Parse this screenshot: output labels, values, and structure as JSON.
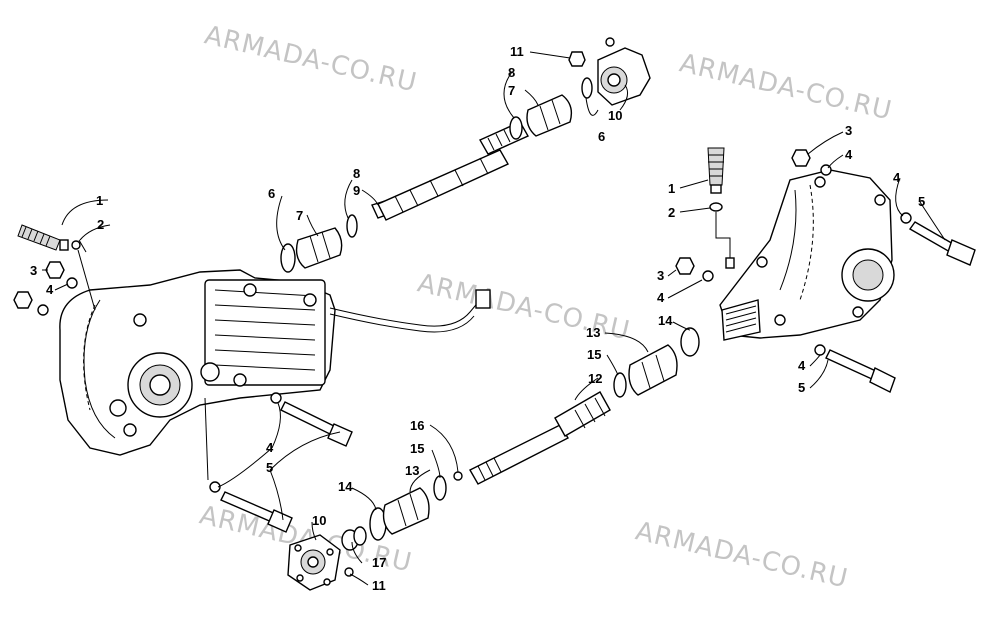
{
  "watermark": "ARMADA-CO.RU",
  "callouts": [
    {
      "id": "c1a",
      "text": "1"
    },
    {
      "id": "c2a",
      "text": "2"
    },
    {
      "id": "c3a",
      "text": "3"
    },
    {
      "id": "c4a",
      "text": "4"
    },
    {
      "id": "c6a",
      "text": "6"
    },
    {
      "id": "c7a",
      "text": "7"
    },
    {
      "id": "c8a",
      "text": "8"
    },
    {
      "id": "c9a",
      "text": "9"
    },
    {
      "id": "c4b",
      "text": "4"
    },
    {
      "id": "c5b",
      "text": "5"
    },
    {
      "id": "c10b",
      "text": "10"
    },
    {
      "id": "c11b",
      "text": "11"
    },
    {
      "id": "c17",
      "text": "17"
    },
    {
      "id": "c14b",
      "text": "14"
    },
    {
      "id": "c13b",
      "text": "13"
    },
    {
      "id": "c15b",
      "text": "15"
    },
    {
      "id": "c16",
      "text": "16"
    },
    {
      "id": "c11t",
      "text": "11"
    },
    {
      "id": "c8t",
      "text": "8"
    },
    {
      "id": "c7t",
      "text": "7"
    },
    {
      "id": "c10t",
      "text": "10"
    },
    {
      "id": "c6t",
      "text": "6"
    },
    {
      "id": "c12",
      "text": "12"
    },
    {
      "id": "c13r",
      "text": "13"
    },
    {
      "id": "c15r",
      "text": "15"
    },
    {
      "id": "c14r",
      "text": "14"
    },
    {
      "id": "c3r1",
      "text": "3"
    },
    {
      "id": "c4r1",
      "text": "4"
    },
    {
      "id": "c4r2",
      "text": "4"
    },
    {
      "id": "c5r1",
      "text": "5"
    },
    {
      "id": "c1r",
      "text": "1"
    },
    {
      "id": "c2r",
      "text": "2"
    },
    {
      "id": "c3r2",
      "text": "3"
    },
    {
      "id": "c4r3",
      "text": "4"
    },
    {
      "id": "c4r4",
      "text": "4"
    },
    {
      "id": "c5r2",
      "text": "5"
    }
  ]
}
